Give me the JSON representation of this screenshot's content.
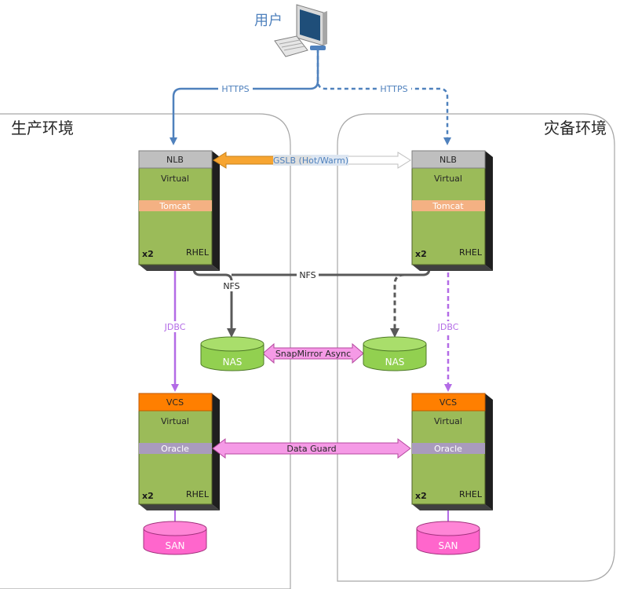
{
  "user": {
    "label": "用户"
  },
  "zones": {
    "production": {
      "title": "生产环境"
    },
    "disaster_recovery": {
      "title": "灾备环境"
    }
  },
  "links": {
    "https_left": "HTTPS",
    "https_right": "HTTPS",
    "gslb": "GSLB (Hot/Warm)",
    "nfs_left": "NFS",
    "nfs_middle": "NFS",
    "jdbc_left": "JDBC",
    "jdbc_right": "JDBC",
    "snapmirror": "SnapMirror Async",
    "data_guard": "Data Guard"
  },
  "servers": {
    "prod_web": {
      "header": "NLB",
      "type": "Virtual",
      "app": "Tomcat",
      "count": "x2",
      "os": "RHEL"
    },
    "dr_web": {
      "header": "NLB",
      "type": "Virtual",
      "app": "Tomcat",
      "count": "x2",
      "os": "RHEL"
    },
    "prod_db": {
      "header": "VCS",
      "type": "Virtual",
      "app": "Oracle",
      "count": "x2",
      "os": "RHEL"
    },
    "dr_db": {
      "header": "VCS",
      "type": "Virtual",
      "app": "Oracle",
      "count": "x2",
      "os": "RHEL"
    }
  },
  "storage": {
    "prod_nas": "NAS",
    "dr_nas": "NAS",
    "prod_san": "SAN",
    "dr_san": "SAN"
  },
  "colors": {
    "server_green": "#9BBB59",
    "nlb_gray": "#BFBFBF",
    "vcs_orange": "#FF7F00",
    "tomcat_band": "#F4B183",
    "oracle_band": "#A99BBD",
    "nas_green": "#92D050",
    "san_pink": "#FF66CC",
    "https_blue": "#4F81BD",
    "jdbc_purple": "#B36BE6",
    "gslb_orange": "#F7A531",
    "replication_pink": "#F59AE6",
    "nfs_gray": "#595959"
  }
}
